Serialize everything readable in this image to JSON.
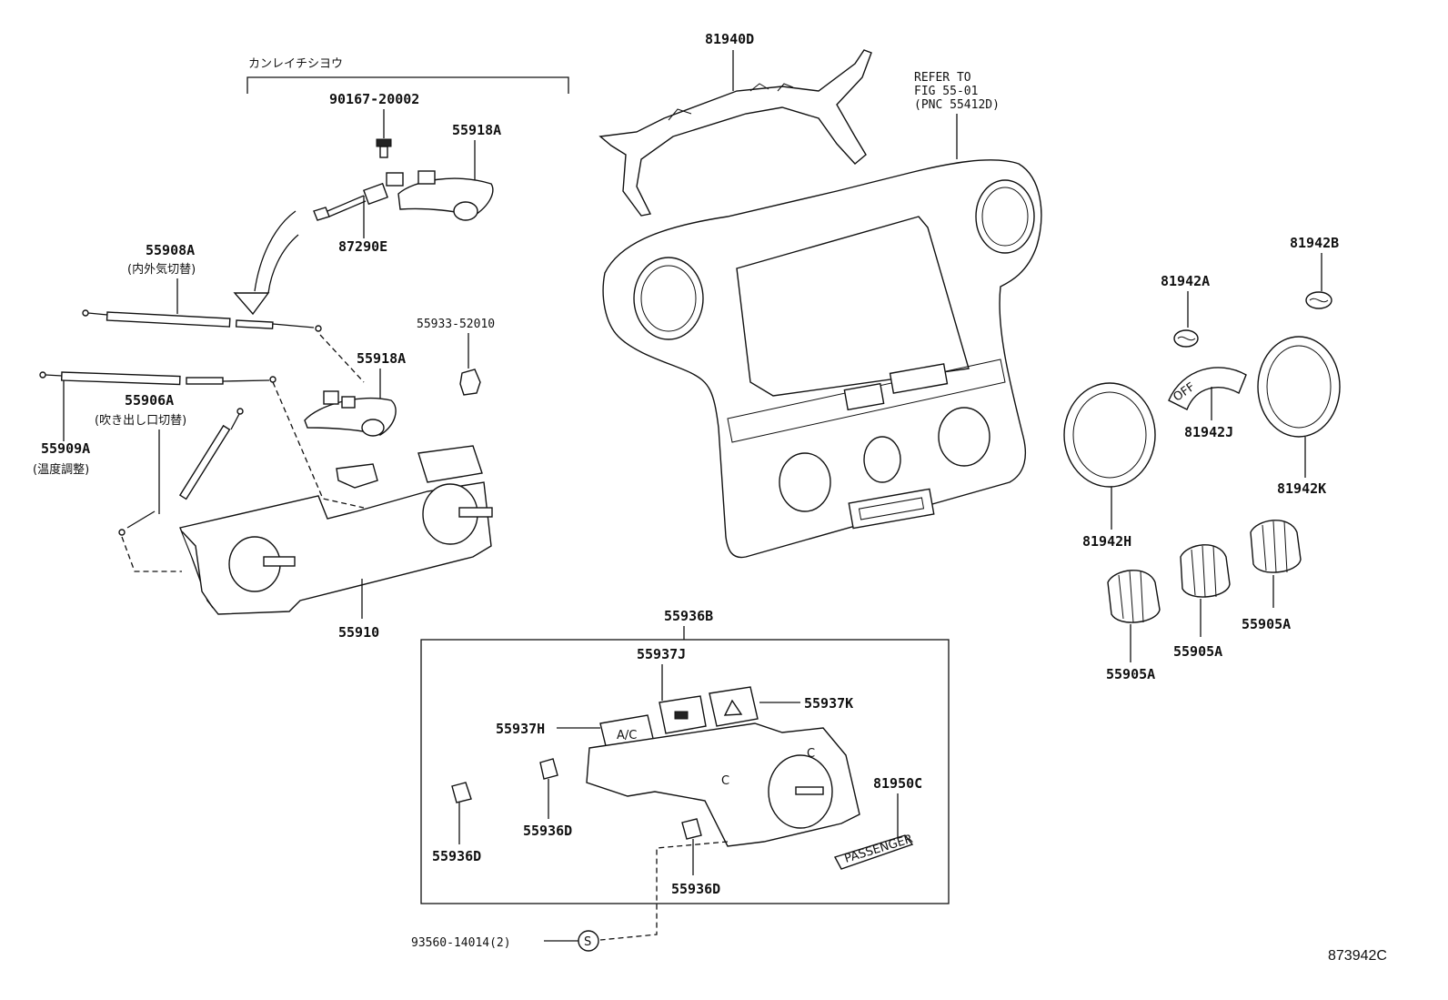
{
  "diagram_ref": "873942C",
  "kit_label": "カンレイチシヨウ",
  "refer_note": {
    "line1": "REFER TO",
    "line2": "FIG 55-01",
    "line3": "(PNC 55412D)"
  },
  "parts": {
    "p90167": "90167-20002",
    "p55918A_top": "55918A",
    "p87290E": "87290E",
    "p55908A": "55908A",
    "p55908A_desc": "(内外気切替)",
    "p55933": "55933-52010",
    "p55918A_mid": "55918A",
    "p55906A": "55906A",
    "p55906A_desc": "(吹き出し口切替)",
    "p55909A": "55909A",
    "p55909A_desc": "(温度調整)",
    "p55910": "55910",
    "p81940D": "81940D",
    "p81942B": "81942B",
    "p81942A": "81942A",
    "p81942J": "81942J",
    "p81942K": "81942K",
    "p81942H": "81942H",
    "p55905A_1": "55905A",
    "p55905A_2": "55905A",
    "p55905A_3": "55905A",
    "p55936B": "55936B",
    "p55937J": "55937J",
    "p55937K": "55937K",
    "p55937H": "55937H",
    "p81950C": "81950C",
    "p55936D_1": "55936D",
    "p55936D_2": "55936D",
    "p55936D_3": "55936D",
    "p93560": "93560-14014(2)"
  },
  "symbols": {
    "screw_marker": "S"
  },
  "button_text": {
    "ac": "A/C",
    "passenger": "PASSENGER",
    "off": "OFF"
  }
}
